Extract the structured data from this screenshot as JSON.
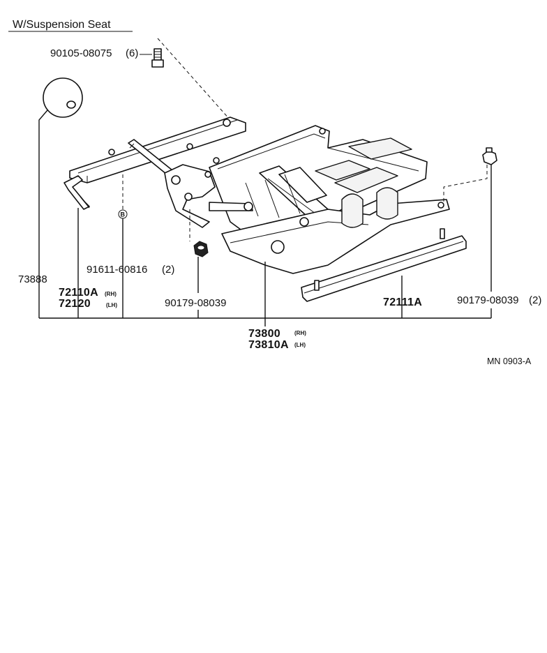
{
  "diagram": {
    "title": "W/Suspension Seat",
    "reference_code": "MN 0903-A",
    "callout_letter": "B",
    "parts": {
      "bolt_top": {
        "number": "90105-08075",
        "qty": "(6)"
      },
      "knob": {
        "number": "73888"
      },
      "adjuster_rh": {
        "number": "72110A",
        "side": "(RH)"
      },
      "adjuster_lh": {
        "number": "72120",
        "side": "(LH)"
      },
      "bolt_b": {
        "number": "91611-60816",
        "qty": "(2)"
      },
      "nut_left": {
        "number": "90179-08039"
      },
      "suspension_rh": {
        "number": "73800",
        "side": "(RH)"
      },
      "suspension_lh": {
        "number": "73810A",
        "side": "(LH)"
      },
      "rail": {
        "number": "72111A"
      },
      "nut_right": {
        "number": "90179-08039",
        "qty": "(2)"
      }
    }
  }
}
